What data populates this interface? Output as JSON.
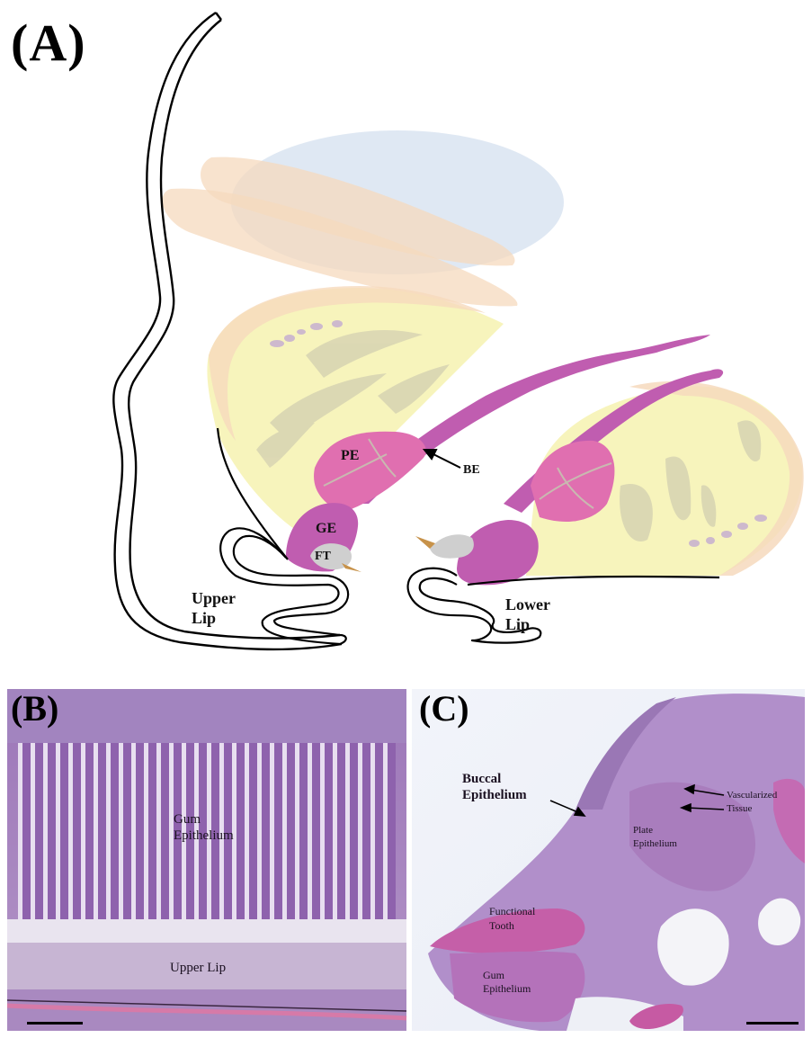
{
  "panels": {
    "a": {
      "label": "(A)"
    },
    "b": {
      "label": "(B)"
    },
    "c": {
      "label": "(C)"
    }
  },
  "diagram": {
    "pe": "PE",
    "ge": "GE",
    "ft": "FT",
    "be": "BE",
    "upper_lip_1": "Upper",
    "upper_lip_2": "Lip",
    "lower_lip_1": "Lower",
    "lower_lip_2": "Lip"
  },
  "micro_b": {
    "gum_1": "Gum",
    "gum_2": "Epithelium",
    "upper_lip": "Upper Lip"
  },
  "micro_c": {
    "buccal_1": "Buccal",
    "buccal_2": "Epithelium",
    "vasc_1": "Vascularized",
    "vasc_2": "Tissue",
    "plate_1": "Plate",
    "plate_2": "Epithelium",
    "functional_1": "Functional",
    "functional_2": "Tooth",
    "gum_1": "Gum",
    "gum_2": "Epithelium"
  },
  "colors": {
    "pink": "#e06fb0",
    "magenta": "#c05db0",
    "yellow": "#f7f3b8",
    "peach": "#f6dcc4",
    "blue": "#dce6f2",
    "grey": "#cfcfcf",
    "tissue": "#b48ec6"
  }
}
